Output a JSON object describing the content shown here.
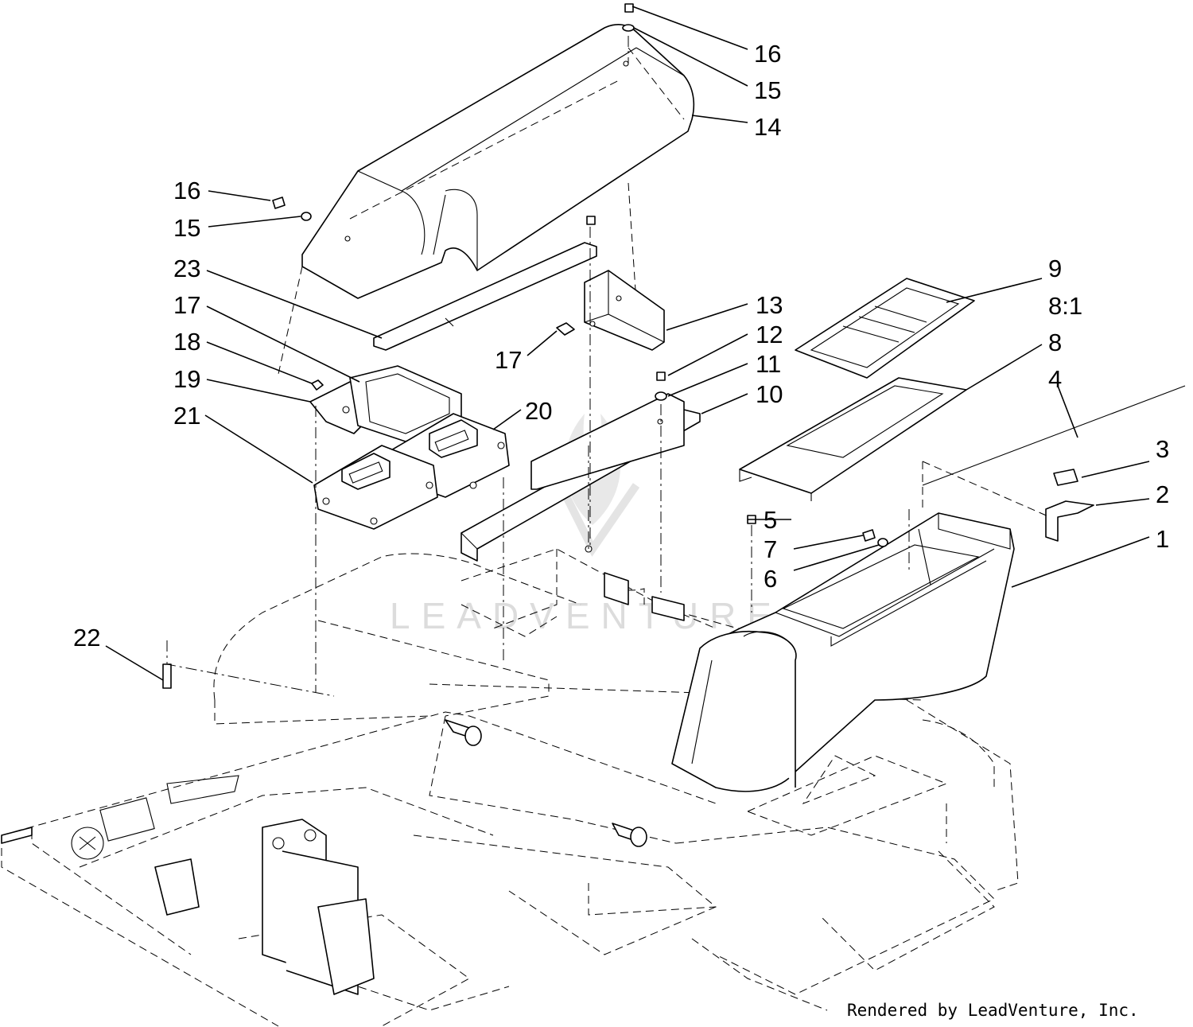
{
  "callouts": {
    "c16a": "16",
    "c15a": "15",
    "c14": "14",
    "c16b": "16",
    "c15b": "15",
    "c23": "23",
    "c17a": "17",
    "c18": "18",
    "c19": "19",
    "c21": "21",
    "c20": "20",
    "c17b": "17",
    "c13": "13",
    "c12": "12",
    "c11": "11",
    "c10": "10",
    "c9": "9",
    "c8_1": "8:1",
    "c8": "8",
    "c4": "4",
    "c3": "3",
    "c2": "2",
    "c5": "5",
    "c7": "7",
    "c6": "6",
    "c1": "1",
    "c22": "22"
  },
  "watermark": "LEADVENTURE",
  "credit": "Rendered by LeadVenture, Inc."
}
